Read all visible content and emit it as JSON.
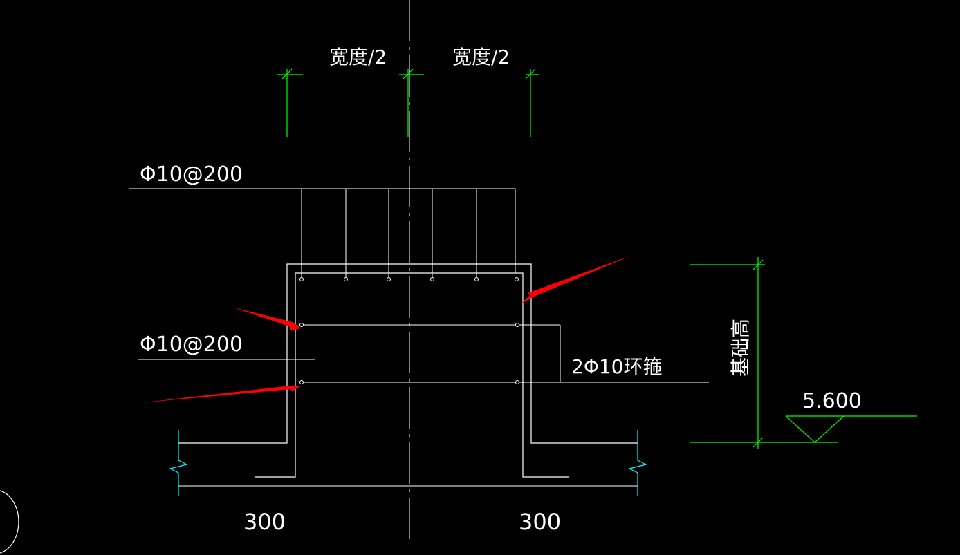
{
  "drawing": {
    "labels": {
      "half_width_left": "宽度/2",
      "half_width_right": "宽度/2",
      "top_rebar": "Φ10@200",
      "side_rebar": "Φ10@200",
      "ring_stirrup": "2Φ10环箍",
      "beam_height": "基础高",
      "elevation": "5.600",
      "dim_left": "300",
      "dim_right": "300"
    },
    "colors": {
      "background": "#000000",
      "line_white": "#ffffff",
      "line_green": "#00ff00",
      "line_cyan": "#00ffff",
      "arrow_red": "#ff0000"
    }
  }
}
